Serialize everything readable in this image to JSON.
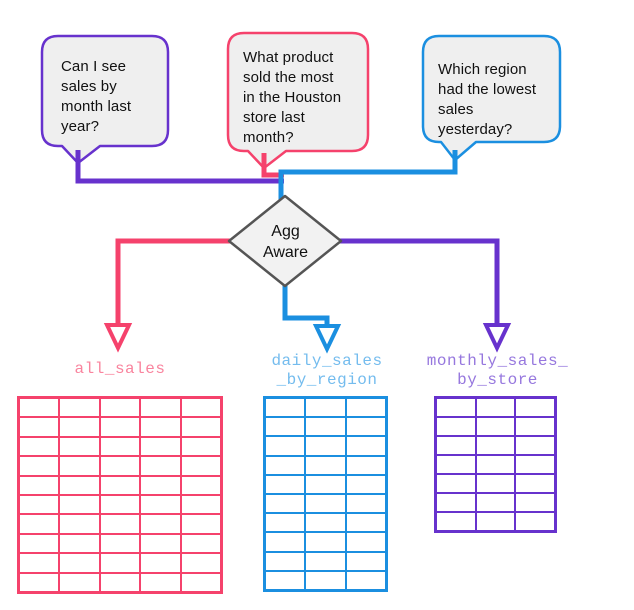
{
  "colors": {
    "pink": "#F5426C",
    "blue": "#1B8FE0",
    "purple": "#6732CD",
    "pink-light": "#F9849E",
    "blue-light": "#74BCEE",
    "purple-light": "#9677DE",
    "bubble-fill": "#EFEFEF",
    "diamond-fill": "#F2F2F2",
    "diamond-stroke": "#555555",
    "text": "#111111",
    "background": "#FFFFFF"
  },
  "questions": [
    {
      "text": "Can I see\nsales by\nmonth last\nyear?",
      "color": "#6732CD",
      "routes_to": "monthly_sales_by_store"
    },
    {
      "text": "What product\nsold the most\nin the Houston\nstore last\nmonth?",
      "color": "#F5426C",
      "routes_to": "all_sales"
    },
    {
      "text": "Which region\nhad the lowest\nsales\nyesterday?",
      "color": "#1B8FE0",
      "routes_to": "daily_sales_by_region"
    }
  ],
  "decision": {
    "label": "Agg\nAware"
  },
  "tables": [
    {
      "name": "all_sales",
      "label": "all_sales",
      "columns": 5,
      "rows": 10,
      "color": "#F5426C",
      "label_color": "#F9849E"
    },
    {
      "name": "daily_sales_by_region",
      "label": "daily_sales\n_by_region",
      "columns": 3,
      "rows": 10,
      "color": "#1B8FE0",
      "label_color": "#74BCEE"
    },
    {
      "name": "monthly_sales_by_store",
      "label": "monthly_sales_\nby_store",
      "columns": 3,
      "rows": 7,
      "color": "#6732CD",
      "label_color": "#9677DE"
    }
  ]
}
